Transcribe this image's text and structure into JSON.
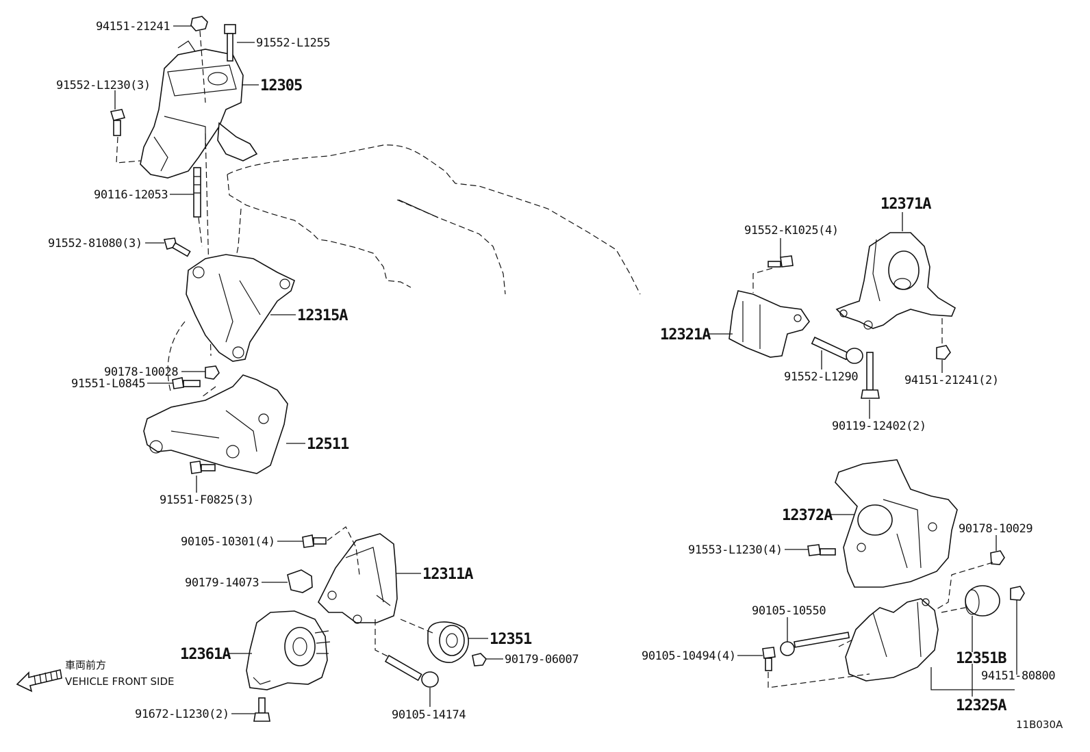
{
  "diagram": {
    "figure_code": "11B030A",
    "direction_note_jp": "車両前方",
    "direction_note_en": "VEHICLE FRONT SIDE"
  },
  "labels": {
    "l94151_21241": "94151-21241",
    "l91552_L1255": "91552-L1255",
    "l91552_L1230_3": "91552-L1230(3)",
    "l12305": "12305",
    "l90116_12053": "90116-12053",
    "l91552_81080_3": "91552-81080(3)",
    "l12315A": "12315A",
    "l90178_10028": "90178-10028",
    "l91551_L0845": "91551-L0845",
    "l12511": "12511",
    "l91551_F0825_3": "91551-F0825(3)",
    "l90105_10301_4": "90105-10301(4)",
    "l12311A": "12311A",
    "l90179_14073": "90179-14073",
    "l12361A": "12361A",
    "l12351": "12351",
    "l90179_06007": "90179-06007",
    "l91672_L1230_2": "91672-L1230(2)",
    "l90105_14174": "90105-14174",
    "l12371A": "12371A",
    "l91552_K1025_4": "91552-K1025(4)",
    "l12321A": "12321A",
    "l91552_L1290": "91552-L1290",
    "l94151_21241_2": "94151-21241(2)",
    "l90119_12402_2": "90119-12402(2)",
    "l12372A": "12372A",
    "l90178_10029": "90178-10029",
    "l91553_L1230_4": "91553-L1230(4)",
    "l90105_10550": "90105-10550",
    "l90105_10494_4": "90105-10494(4)",
    "l12351B": "12351B",
    "l94151_80800": "94151-80800",
    "l12325A": "12325A"
  },
  "icons": {
    "front_arrow": "arrow-left-hatched-icon"
  },
  "colors": {
    "ink": "#111111",
    "paper": "#ffffff"
  }
}
